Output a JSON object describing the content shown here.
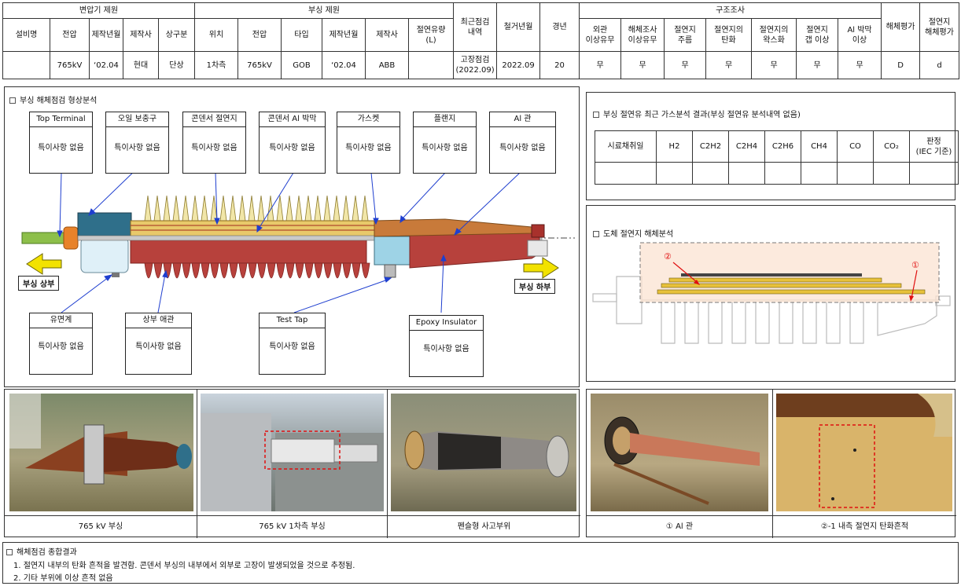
{
  "spec_table": {
    "group_transformer": "변압기 제원",
    "group_bushing": "부싱 제원",
    "group_structure": "구조조사",
    "cols": {
      "facility": "설비명",
      "t_voltage": "전압",
      "t_mfg_date": "제작년월",
      "t_maker": "제작사",
      "t_phase": "상구분",
      "b_position": "위치",
      "b_voltage": "전압",
      "b_type": "타입",
      "b_mfg_date": "제작년월",
      "b_maker": "제작사",
      "b_oil": "절연유량\n(L)",
      "recent_check": "최근점검\n내역",
      "removal": "철거년월",
      "age": "경년",
      "s_exterior": "외관\n이상유무",
      "s_dismantle": "해체조사\n이상유무",
      "s_wrinkle": "절연지\n주름",
      "s_carbon": "절연지의\n탄화",
      "s_oxidation": "절연지의\n왁스화",
      "s_gap": "절연지\n갭 이상",
      "s_al": "Al 박막\n이상",
      "eval": "해체평가",
      "paper_eval": "절연지\n해체평가"
    },
    "row": {
      "facility": "",
      "t_voltage": "765kV",
      "t_mfg_date": "‘02.04",
      "t_maker": "현대",
      "t_phase": "단상",
      "b_position": "1차측",
      "b_voltage": "765kV",
      "b_type": "GOB",
      "b_mfg_date": "‘02.04",
      "b_maker": "ABB",
      "b_oil": "",
      "recent_check": "고장점검\n(2022.09)",
      "removal": "2022.09",
      "age": "20",
      "s_exterior": "무",
      "s_dismantle": "무",
      "s_wrinkle": "무",
      "s_carbon": "무",
      "s_oxidation": "무",
      "s_gap": "무",
      "s_al": "무",
      "eval": "D",
      "paper_eval": "d"
    }
  },
  "shape_analysis": {
    "title": "부싱 해체점검 형상분석",
    "labels": [
      {
        "name": "Top Terminal",
        "value": "특이사항 없음"
      },
      {
        "name": "오일 보충구",
        "value": "특이사항 없음"
      },
      {
        "name": "콘덴서 절연지",
        "value": "특이사항 없음"
      },
      {
        "name": "콘덴서 Al 박막",
        "value": "특이사항 없음"
      },
      {
        "name": "가스켓",
        "value": "특이사항 없음"
      },
      {
        "name": "플랜지",
        "value": "특이사항 없음"
      },
      {
        "name": "Al 관",
        "value": "특이사항 없음"
      },
      {
        "name": "유면계",
        "value": "특이사항 없음"
      },
      {
        "name": "상부 애관",
        "value": "특이사항 없음"
      },
      {
        "name": "Test Tap",
        "value": "특이사항 없음"
      },
      {
        "name": "Epoxy Insulator",
        "value": "특이사항 없음"
      }
    ],
    "arrow_upper": "부싱 상부",
    "arrow_lower": "부싱 하부"
  },
  "gas_analysis": {
    "title": "부싱 절연유 최근 가스분석 결과(부싱 절연유 분석내역 없음)",
    "headers": [
      "시료채취일",
      "H2",
      "C2H2",
      "C2H4",
      "C2H6",
      "CH4",
      "CO",
      "CO₂",
      "판정\n(IEC 기준)"
    ],
    "row": [
      "",
      "",
      "",
      "",
      "",
      "",
      "",
      "",
      ""
    ]
  },
  "paper_analysis": {
    "title": "도체 절연지 해체분석",
    "mark1": "①",
    "mark2": "②"
  },
  "photos": {
    "captions": [
      "765 kV 부싱",
      "765 kV 1차측 부싱",
      "펜슬형 사고부위",
      "① Al 관",
      "②-1 내측 절연지 탄화흔적"
    ]
  },
  "summary": {
    "title": "해체점검 종합결과",
    "lines": [
      "1. 절연지 내부의 탄화 흔적을 발견함. 콘덴서 부싱의 내부에서 외부로 고장이 발생되었을 것으로 추정됨.",
      "2. 기타 부위에 이상 흔적 없음"
    ]
  },
  "colors": {
    "porcelain_brown": "#b7413c",
    "paper_yellow": "#e8c96a",
    "flange_teal": "#2f7f8a",
    "terminal_orange": "#e8822a",
    "arrow_yellow": "#f2e200",
    "leader_blue": "#1f3fcf"
  }
}
